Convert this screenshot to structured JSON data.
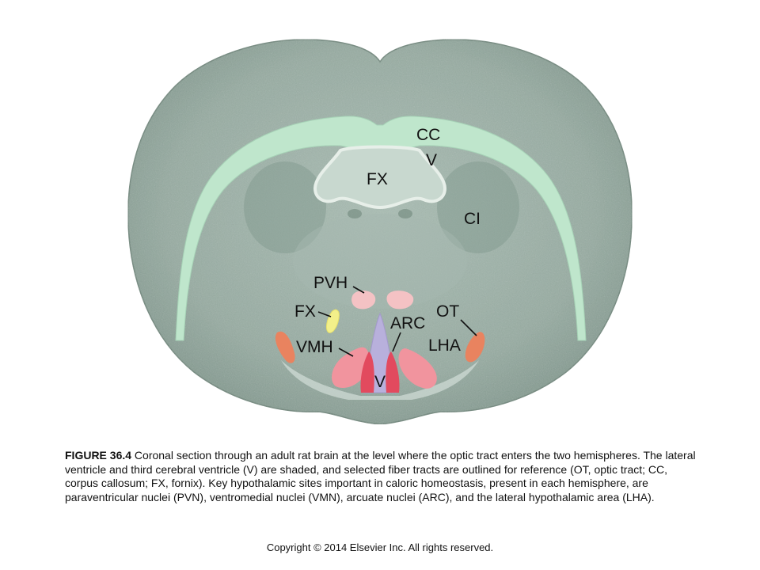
{
  "figure": {
    "labels": {
      "cc": "CC",
      "v_top": "V",
      "fx_top": "FX",
      "ci": "CI",
      "pvh": "PVH",
      "fx": "FX",
      "ot": "OT",
      "arc": "ARC",
      "vmh": "VMH",
      "lha": "LHA",
      "v_bottom": "V"
    },
    "colors": {
      "tissue": "#97aca2",
      "ventricle": "#bfe6cc",
      "third_ventricle": "#b8b0dc",
      "pvh": "#f4c2c4",
      "fx": "#f3f08a",
      "arc": "#e24a5e",
      "vmh": "#f1949e",
      "lha": "#e9835f"
    }
  },
  "caption": {
    "figure_number": "FIGURE 36.4",
    "text": " Coronal section through an adult rat brain at the level where the optic tract enters the two hemispheres. The lateral ventricle and third cerebral ventricle (V) are shaded, and selected fiber tracts are outlined for reference (OT, optic tract; CC, corpus callosum; FX, fornix). Key hypothalamic sites important in caloric homeostasis, present in each hemisphere, are paraventricular nuclei (PVN), ventromedial nuclei (VMN), arcuate nuclei (ARC), and the lateral hypothalamic area (LHA)."
  },
  "copyright": "Copyright © 2014 Elsevier Inc. All rights reserved."
}
